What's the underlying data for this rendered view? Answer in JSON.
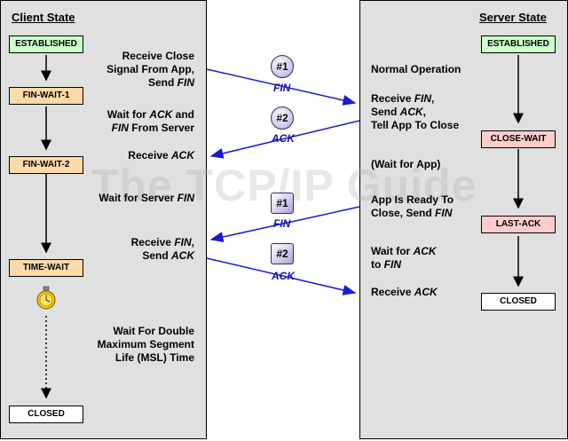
{
  "client": {
    "title": "Client State",
    "states": {
      "established": "ESTABLISHED",
      "fin_wait_1": "FIN-WAIT-1",
      "fin_wait_2": "FIN-WAIT-2",
      "time_wait": "TIME-WAIT",
      "closed": "CLOSED"
    },
    "descriptions": {
      "receive_close": [
        "Receive Close",
        "Signal From App,",
        "Send FIN"
      ],
      "wait_ack_fin": [
        "Wait for ACK and",
        "FIN From Server"
      ],
      "receive_ack": "Receive ACK",
      "wait_server_fin": "Wait for Server FIN",
      "receive_fin_send_ack": [
        "Receive FIN,",
        "Send ACK"
      ],
      "wait_double_msl": [
        "Wait For Double",
        "Maximum Segment",
        "Life (MSL) Time"
      ]
    }
  },
  "server": {
    "title": "Server State",
    "states": {
      "established": "ESTABLISHED",
      "close_wait": "CLOSE-WAIT",
      "last_ack": "LAST-ACK",
      "closed": "CLOSED"
    },
    "descriptions": {
      "normal_operation": "Normal Operation",
      "receive_fin": [
        "Receive FIN,",
        "Send ACK,",
        "Tell App To Close"
      ],
      "wait_for_app": "(Wait for App)",
      "app_ready": [
        "App Is Ready To",
        "Close, Send FIN"
      ],
      "wait_ack_fin": [
        "Wait for ACK",
        "to FIN"
      ],
      "receive_ack": "Receive ACK"
    }
  },
  "messages": {
    "m1": {
      "num": "#1",
      "label": "FIN"
    },
    "m2": {
      "num": "#2",
      "label": "ACK"
    },
    "m3": {
      "num": "#1",
      "label": "FIN"
    },
    "m4": {
      "num": "#2",
      "label": "ACK"
    }
  },
  "watermark": "The TCP/IP Guide",
  "colors": {
    "arrow": "#1a1ad0",
    "panel": "#e0e0e0"
  },
  "icons": {
    "timer": "stopwatch-icon"
  }
}
